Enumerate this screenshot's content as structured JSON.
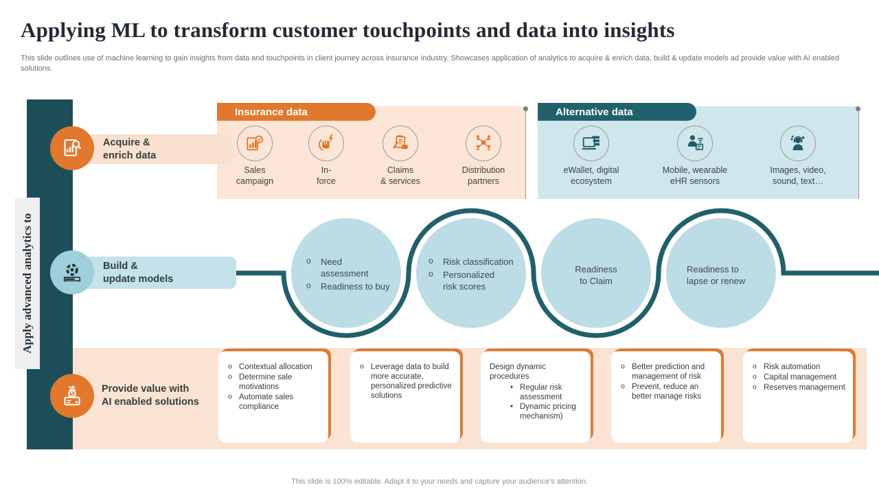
{
  "header": {
    "title": "Applying ML to transform customer touchpoints and data into insights",
    "subtitle": "This slide outlines use of machine learning to gain insights from data and touchpoints in client journey across insurance industry. Showcases application of analytics to acquire & enrich data, build & update models ad provide value with AI enabled solutions."
  },
  "left_rail": {
    "vertical_label": "Apply advanced analytics to"
  },
  "rows": [
    {
      "icon": "acquire-enrich-icon",
      "label": "Acquire &\nenrich data"
    },
    {
      "icon": "build-update-models-icon",
      "label": "Build &\nupdate models"
    },
    {
      "icon": "provide-value-icon",
      "label": "Provide value with\nAI enabled solutions"
    }
  ],
  "insurance_panel": {
    "header": "Insurance data",
    "pin": "pin-dot",
    "items": [
      {
        "icon": "sales-campaign-icon",
        "label": "Sales\ncampaign"
      },
      {
        "icon": "in-force-icon",
        "label": "In-\nforce"
      },
      {
        "icon": "claims-services-icon",
        "label": "Claims\n& services"
      },
      {
        "icon": "distribution-partners-icon",
        "label": "Distribution\npartners"
      }
    ]
  },
  "alternative_panel": {
    "header": "Alternative data",
    "pin": "pin-dot",
    "items": [
      {
        "icon": "ewallet-icon",
        "label": "eWallet, digital\necosystem"
      },
      {
        "icon": "mobile-wearable-icon",
        "label": "Mobile, wearable\neHR sensors"
      },
      {
        "icon": "images-video-sound-icon",
        "label": "Images, video,\nsound, text…"
      }
    ]
  },
  "model_circles": [
    {
      "bullets": [
        "Need\nassessment",
        "Readiness to buy"
      ]
    },
    {
      "bullets": [
        "Risk classification",
        "Personalized\nrisk scores"
      ]
    },
    {
      "text": "Readiness\nto Claim"
    },
    {
      "text": "Readiness to\nlapse or renew"
    }
  ],
  "value_cards": [
    {
      "bullets": [
        "Contextual allocation",
        "Determine sale motivations",
        "Automate sales compliance"
      ]
    },
    {
      "bullets": [
        "Leverage data to build more accurate, personalized predictive solutions"
      ]
    },
    {
      "heading": "Design dynamic procedures",
      "sub_bullets": [
        "Regular risk assessment",
        "Dynamic pricing mechanism)"
      ]
    },
    {
      "bullets": [
        "Better prediction and management of risk",
        "Prevent, reduce an better manage risks"
      ]
    },
    {
      "bullets": [
        "Risk automation",
        "Capital management",
        "Reserves management"
      ]
    }
  ],
  "footer": {
    "note": "This slide is 100% editable. Adapt it to your needs and capture your audience's attention."
  },
  "colors": {
    "orange": "#e2782d",
    "teal_bar": "#1c4e58",
    "teal_tab": "#20616c",
    "wave_line": "#20606a",
    "peach_panel": "#fbe5d6",
    "peach_strip": "#fae3d2",
    "blue_panel": "#cfe6ec",
    "circle_blue": "#bcdce6"
  }
}
